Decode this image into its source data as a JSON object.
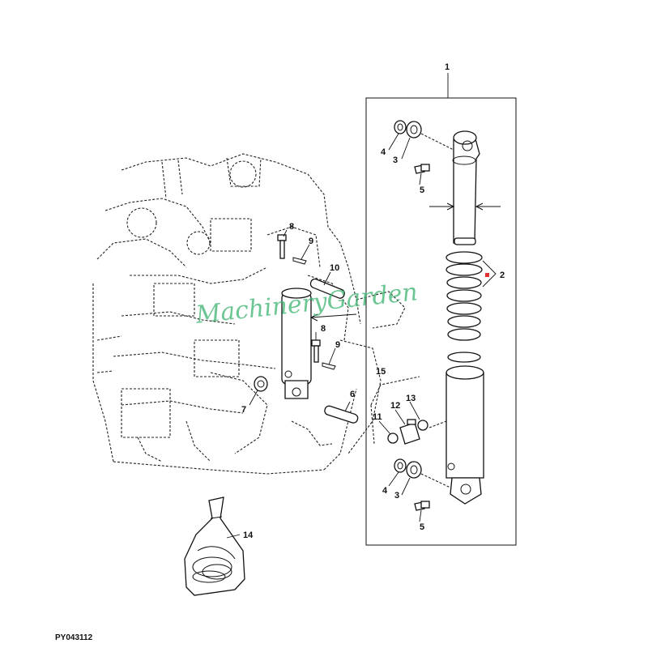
{
  "figure_code": "PY043112",
  "watermark": "MachineryGarden",
  "colors": {
    "line": "#111111",
    "watermark": "#3cb371",
    "marker": "#e03030"
  },
  "callouts": {
    "c1": "1",
    "c2": "2",
    "c3a": "3",
    "c3b": "3",
    "c4a": "4",
    "c4b": "4",
    "c5a": "5",
    "c5b": "5",
    "c6": "6",
    "c7": "7",
    "c8a": "8",
    "c8b": "8",
    "c9a": "9",
    "c9b": "9",
    "c10": "10",
    "c11": "11",
    "c12": "12",
    "c13": "13",
    "c14": "14",
    "c15": "15"
  }
}
